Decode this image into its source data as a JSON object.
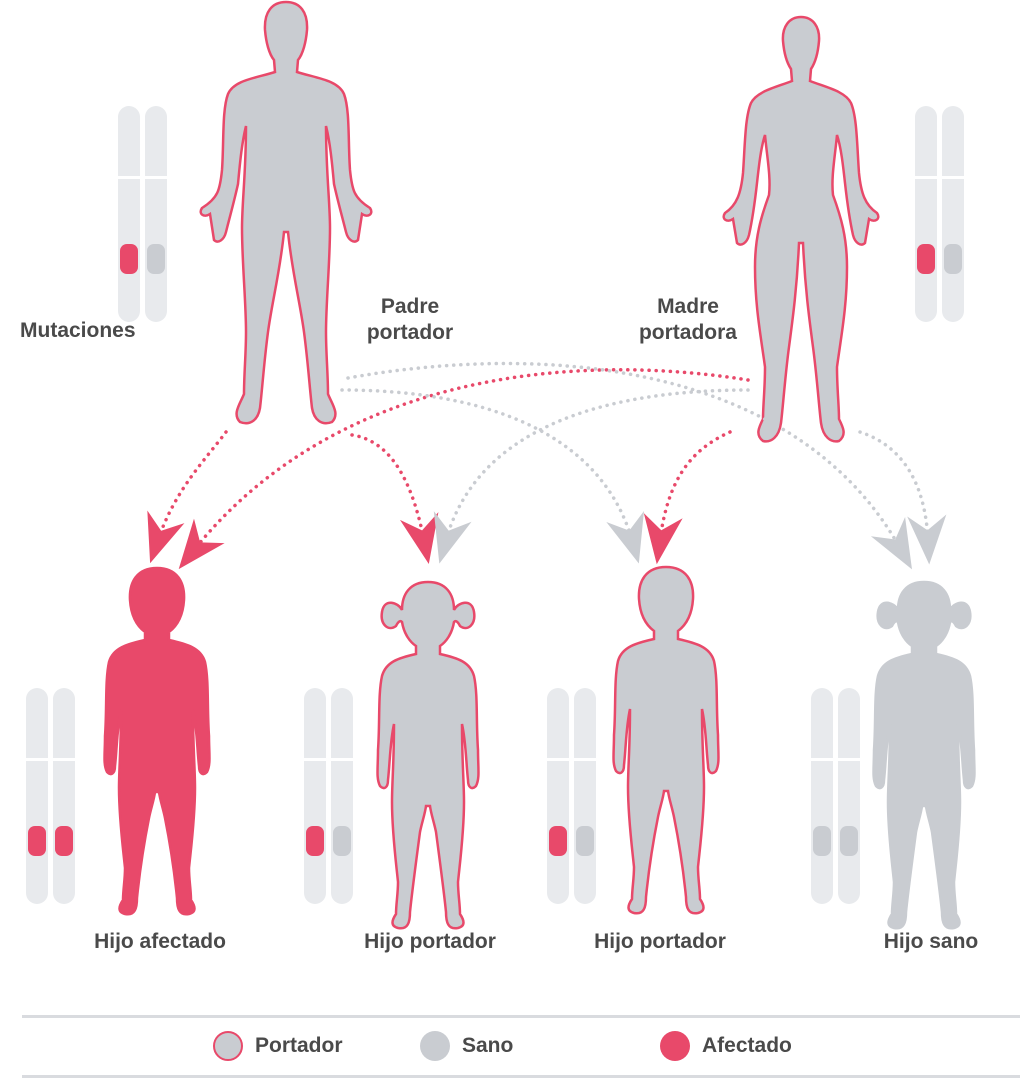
{
  "colors": {
    "affected": "#e8496a",
    "healthy": "#c9ccd1",
    "chromosome": "#e8eaed",
    "text": "#4a4a4a"
  },
  "labels": {
    "mutations": "Mutaciones",
    "father": "Padre portador",
    "mother": "Madre portadora"
  },
  "parents": [
    {
      "name": "father",
      "status": "carrier",
      "alleles": [
        "affected",
        "healthy"
      ]
    },
    {
      "name": "mother",
      "status": "carrier",
      "alleles": [
        "affected",
        "healthy"
      ]
    }
  ],
  "children": [
    {
      "label": "Hijo afectado",
      "status": "affected",
      "alleles": [
        "affected",
        "affected"
      ]
    },
    {
      "label": "Hijo portador",
      "status": "carrier",
      "alleles": [
        "affected",
        "healthy"
      ]
    },
    {
      "label": "Hijo portador",
      "status": "carrier",
      "alleles": [
        "affected",
        "healthy"
      ]
    },
    {
      "label": "Hijo sano",
      "status": "healthy",
      "alleles": [
        "healthy",
        "healthy"
      ]
    }
  ],
  "legend": {
    "carrier": "Portador",
    "healthy": "Sano",
    "affected": "Afectado"
  }
}
